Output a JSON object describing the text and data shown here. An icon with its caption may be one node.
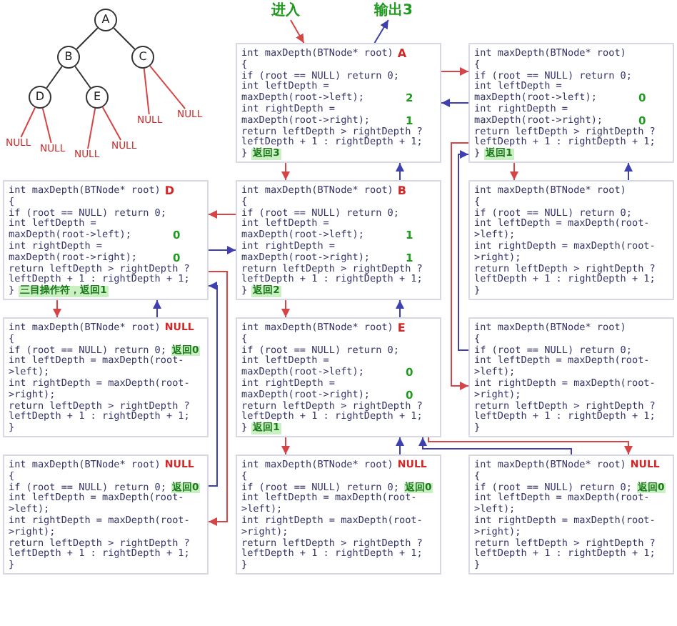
{
  "diagram": {
    "nodes": [
      {
        "text": [
          "进入"
        ]
      },
      {
        "text": [
          "输出3"
        ]
      },
      {
        "text": [
          "A"
        ]
      },
      {
        "text": [
          "B"
        ]
      },
      {
        "text": [
          "C"
        ]
      },
      {
        "text": [
          "D"
        ]
      },
      {
        "text": [
          "E"
        ]
      },
      {
        "text": [
          "NULL"
        ]
      },
      {
        "text": [
          "NULL"
        ]
      },
      {
        "text": [
          "NULL"
        ]
      },
      {
        "text": [
          "NULL"
        ]
      },
      {
        "text": [
          "NULL"
        ]
      },
      {
        "text": [
          "NULL"
        ]
      },
      {
        "text": [
          "int maxDepth(BTNode* root)",
          "A",
          "{",
          "if (root == NULL) return 0;",
          "int leftDepth = maxDepth(root->left);",
          "2",
          "int rightDepth = maxDepth(root->right);",
          "1",
          "return leftDepth > rightDepth ? leftDepth + 1 : rightDepth + 1;",
          "}",
          "返回3"
        ]
      },
      {
        "text": [
          "int maxDepth(BTNode* root)",
          "{",
          "if (root == NULL) return 0;",
          "int leftDepth = maxDepth(root->left);",
          "0",
          "int rightDepth = maxDepth(root->right);",
          "0",
          "return leftDepth > rightDepth ? leftDepth + 1 : rightDepth + 1;",
          "}",
          "返回1"
        ]
      },
      {
        "text": [
          "int maxDepth(BTNode* root)",
          "B",
          "{",
          "if (root == NULL) return 0;",
          "int leftDepth = maxDepth(root->left);",
          "1",
          "int rightDepth = maxDepth(root->right);",
          "1",
          "return leftDepth > rightDepth ? leftDepth + 1 : rightDepth + 1;",
          "}",
          "返回2"
        ]
      },
      {
        "text": [
          "int maxDepth(BTNode* root)",
          "{",
          "if (root == NULL) return 0;",
          "int leftDepth = maxDepth(root->left);",
          "int rightDepth = maxDepth(root->right);",
          "return leftDepth > rightDepth ? leftDepth + 1 : rightDepth + 1;",
          "}"
        ]
      },
      {
        "text": [
          "int maxDepth(BTNode* root)",
          "{",
          "if (root == NULL) return 0;",
          "int leftDepth = maxDepth(root->left);",
          "int rightDepth = maxDepth(root->right);",
          "return leftDepth > rightDepth ? leftDepth + 1 : rightDepth + 1;",
          "}"
        ]
      },
      {
        "text": [
          "int maxDepth(BTNode* root)",
          "E",
          "{",
          "if (root == NULL) return 0;",
          "int leftDepth = maxDepth(root->left);",
          "0",
          "int rightDepth = maxDepth(root->right);",
          "0",
          "return leftDepth > rightDepth ? leftDepth + 1 : rightDepth + 1;",
          "}",
          "返回1"
        ]
      },
      {
        "text": [
          "int maxDepth(BTNode* root)",
          "D",
          "{",
          "if (root == NULL) return 0;",
          "int leftDepth = maxDepth(root->left);",
          "0",
          "int rightDepth = maxDepth(root->right);",
          "0",
          "return leftDepth > rightDepth ? leftDepth + 1 : rightDepth + 1;",
          "}",
          "三目操作符，返回1"
        ]
      },
      {
        "text": [
          "int maxDepth(BTNode* root)",
          "NULL",
          "{",
          "if (root == NULL) return 0;",
          "返回0",
          "int leftDepth = maxDepth(root->left);",
          "int rightDepth = maxDepth(root->right);",
          "return leftDepth > rightDepth ? leftDepth + 1 : rightDepth + 1;",
          "}"
        ]
      },
      {
        "text": [
          "int maxDepth(BTNode* root)",
          "NULL",
          "{",
          "if (root == NULL) return 0;",
          "返回0",
          "int leftDepth = maxDepth(root->left);",
          "int rightDepth = maxDepth(root->right);",
          "return leftDepth > rightDepth ? leftDepth + 1 : rightDepth + 1;",
          "}"
        ]
      },
      {
        "text": [
          "int maxDepth(BTNode* root)",
          "NULL",
          "{",
          "if (root == NULL) return 0;",
          "返回0",
          "int leftDepth = maxDepth(root->left);",
          "int rightDepth = maxDepth(root->right);",
          "return leftDepth > rightDepth ? leftDepth + 1 : rightDepth + 1;",
          "}"
        ]
      },
      {
        "text": [
          "int maxDepth(BTNode* root)",
          "NULL",
          "{",
          "if (root == NULL) return 0;",
          "返回0",
          "int leftDepth = maxDepth(root->left);",
          "int rightDepth = maxDepth(root->right);",
          "return leftDepth > rightDepth ? leftDepth + 1 : rightDepth + 1;",
          "}"
        ]
      }
    ],
    "edges": [
      {
        "from": 2,
        "to": 3,
        "arrow": "none",
        "color": "#333333"
      },
      {
        "from": 2,
        "to": 4,
        "arrow": "none",
        "color": "#333333"
      },
      {
        "from": 3,
        "to": 5,
        "arrow": "none",
        "color": "#333333"
      },
      {
        "from": 3,
        "to": 6,
        "arrow": "none",
        "color": "#333333"
      },
      {
        "from": 5,
        "to": 7,
        "arrow": "none"
      },
      {
        "from": 5,
        "to": 8,
        "arrow": "none"
      },
      {
        "from": 6,
        "to": 9,
        "arrow": "none"
      },
      {
        "from": 6,
        "to": 10,
        "arrow": "none"
      },
      {
        "from": 4,
        "to": 11,
        "arrow": "none"
      },
      {
        "from": 4,
        "to": 12,
        "arrow": "none"
      },
      {
        "from": 0,
        "to": 13,
        "arrow": "to"
      },
      {
        "from": 13,
        "to": 1,
        "arrow": "to",
        "color": "#3f3fb0"
      },
      {
        "from": 13,
        "to": 15,
        "arrow": "to"
      },
      {
        "from": 15,
        "to": 13,
        "arrow": "to",
        "color": "#3f3fb0"
      },
      {
        "from": 13,
        "to": 14,
        "arrow": "to"
      },
      {
        "from": 14,
        "to": 13,
        "arrow": "to",
        "color": "#3f3fb0"
      },
      {
        "from": 14,
        "to": 16,
        "arrow": "to"
      },
      {
        "from": 16,
        "to": 14,
        "arrow": "to",
        "color": "#3f3fb0"
      },
      {
        "from": 14,
        "to": 17,
        "arrow": "to"
      },
      {
        "from": 17,
        "to": 14,
        "arrow": "to",
        "color": "#3f3fb0"
      },
      {
        "from": 15,
        "to": 19,
        "arrow": "to"
      },
      {
        "from": 19,
        "to": 15,
        "arrow": "to",
        "color": "#3f3fb0"
      },
      {
        "from": 15,
        "to": 18,
        "arrow": "to"
      },
      {
        "from": 18,
        "to": 15,
        "arrow": "to",
        "color": "#3f3fb0"
      },
      {
        "from": 18,
        "to": 21,
        "arrow": "to"
      },
      {
        "from": 21,
        "to": 18,
        "arrow": "to",
        "color": "#3f3fb0"
      },
      {
        "from": 18,
        "to": 20,
        "arrow": "to"
      },
      {
        "from": 20,
        "to": 18,
        "arrow": "to",
        "color": "#3f3fb0"
      },
      {
        "from": 19,
        "to": 23,
        "arrow": "to"
      },
      {
        "from": 23,
        "to": 19,
        "arrow": "to",
        "color": "#3f3fb0"
      },
      {
        "from": 19,
        "to": 22,
        "arrow": "to"
      },
      {
        "from": 22,
        "to": 19,
        "arrow": "to",
        "color": "#3f3fb0"
      }
    ]
  }
}
